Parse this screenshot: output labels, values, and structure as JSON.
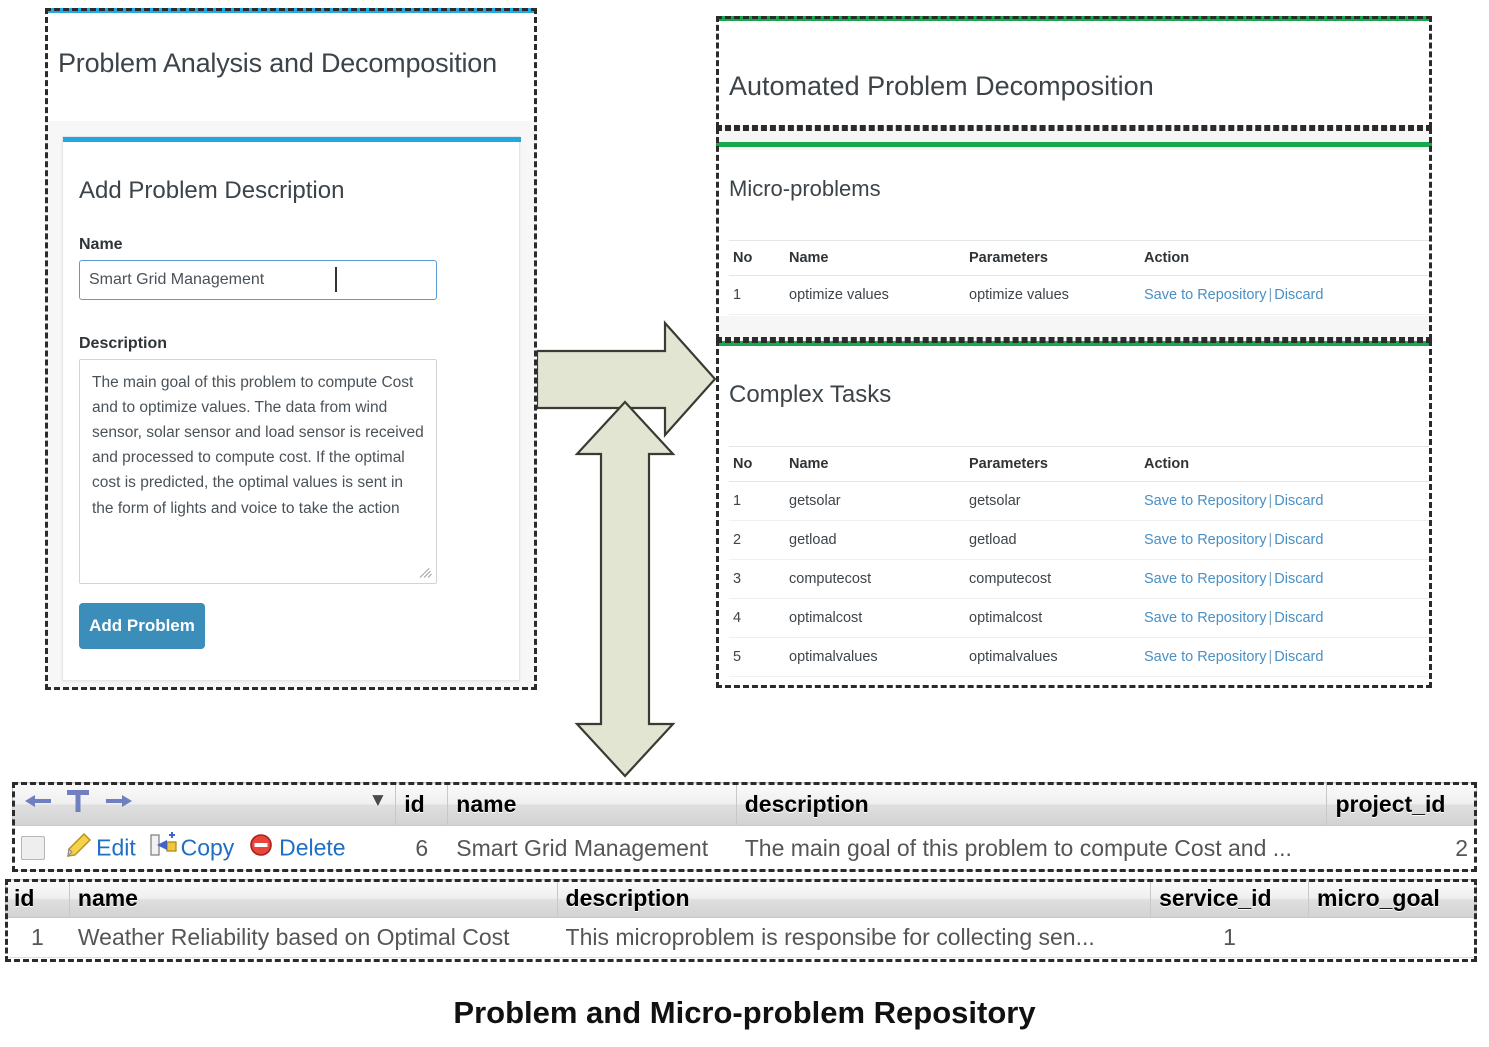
{
  "left_panel": {
    "title": "Problem Analysis and Decomposition",
    "accent_color": "#22a7e0",
    "card": {
      "heading": "Add Problem Description",
      "name_label": "Name",
      "name_value": "Smart Grid Management",
      "name_placeholder": "Name",
      "description_label": "Description",
      "description_value": "The main goal of this problem to compute Cost and to optimize values. The data from wind sensor, solar sensor and load sensor is received and processed to compute cost. If the optimal cost is predicted, the optimal values is sent in the form of lights and voice to take the action",
      "description_placeholder": "Description",
      "submit_label": "Add Problem",
      "submit_color": "#3b8dba"
    }
  },
  "right_panel": {
    "title": "Automated Problem Decomposition",
    "accent_color": "#18a84c",
    "micro": {
      "heading": "Micro-problems",
      "columns": [
        "No",
        "Name",
        "Parameters",
        "Action"
      ],
      "rows": [
        {
          "no": "1",
          "name": "optimize values",
          "parameters": "optimize values",
          "save": "Save to Repository",
          "sep": "|",
          "discard": "Discard"
        }
      ]
    },
    "complex": {
      "heading": "Complex Tasks",
      "columns": [
        "No",
        "Name",
        "Parameters",
        "Action"
      ],
      "rows": [
        {
          "no": "1",
          "name": "getsolar",
          "parameters": "getsolar",
          "save": "Save to Repository",
          "sep": "|",
          "discard": "Discard"
        },
        {
          "no": "2",
          "name": "getload",
          "parameters": "getload",
          "save": "Save to Repository",
          "sep": "|",
          "discard": "Discard"
        },
        {
          "no": "3",
          "name": "computecost",
          "parameters": "computecost",
          "save": "Save to Repository",
          "sep": "|",
          "discard": "Discard"
        },
        {
          "no": "4",
          "name": "optimalcost",
          "parameters": "optimalcost",
          "save": "Save to Repository",
          "sep": "|",
          "discard": "Discard"
        },
        {
          "no": "5",
          "name": "optimalvalues",
          "parameters": "optimalvalues",
          "save": "Save to Repository",
          "sep": "|",
          "discard": "Discard"
        }
      ]
    }
  },
  "repository": {
    "problem_table": {
      "toolbar_icons": [
        "arrow-left-icon",
        "t-icon",
        "arrow-right-icon",
        "sort-dropdown-icon"
      ],
      "columns": [
        "",
        "id",
        "name",
        "description",
        "project_id"
      ],
      "row": {
        "edit_label": "Edit",
        "copy_label": "Copy",
        "delete_label": "Delete",
        "id": "6",
        "name": "Smart Grid Management",
        "description": "The main goal of this problem to compute Cost and ...",
        "project_id": "2"
      }
    },
    "microproblem_table": {
      "columns": [
        "id",
        "name",
        "description",
        "service_id",
        "micro_goal"
      ],
      "row": {
        "id": "1",
        "name": "Weather Reliability based on Optimal Cost",
        "description": "This microproblem is responsibe for collecting sen...",
        "service_id": "1",
        "micro_goal": ""
      }
    }
  },
  "caption": "Problem and Micro-problem Repository",
  "arrows": {
    "horizontal": "arrow-right-icon",
    "vertical": "arrow-up-down-icon",
    "fill_color": "#e1e5d2"
  }
}
